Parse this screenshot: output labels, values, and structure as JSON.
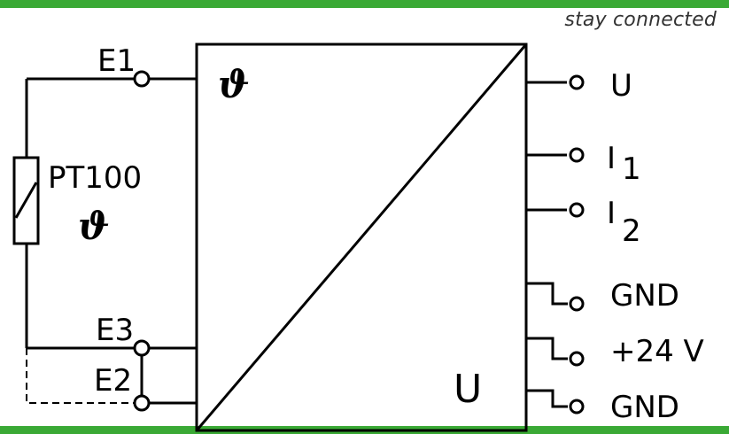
{
  "header": {
    "tagline": "stay connected",
    "accent_color": "#3aa935"
  },
  "diagram": {
    "block_symbol_temp": "ϑ",
    "block_symbol_out": "U",
    "sensor_label": "PT100",
    "sensor_symbol": "ϑ",
    "inputs": [
      {
        "name": "E1"
      },
      {
        "name": "E3"
      },
      {
        "name": "E2"
      }
    ],
    "outputs": [
      {
        "name": "U",
        "sub": ""
      },
      {
        "name": "I",
        "sub": "1"
      },
      {
        "name": "I",
        "sub": "2"
      },
      {
        "name": "GND",
        "sub": ""
      },
      {
        "name": "+24 V",
        "sub": ""
      },
      {
        "name": "GND",
        "sub": ""
      }
    ]
  }
}
